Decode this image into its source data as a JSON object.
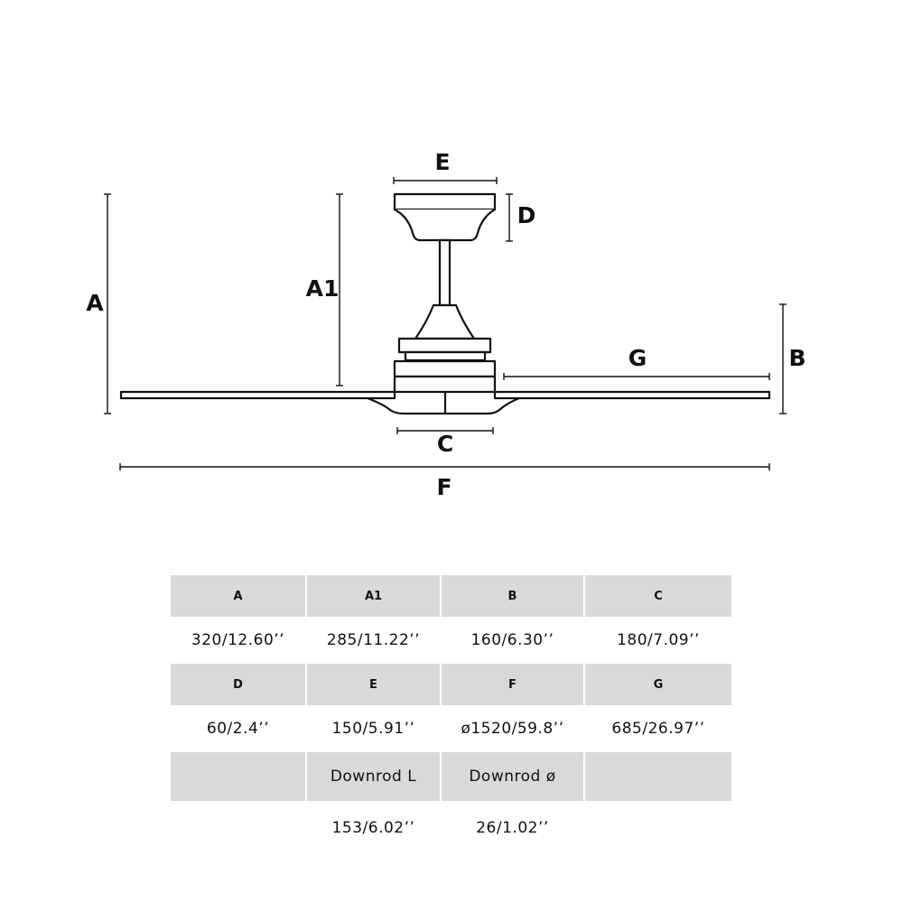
{
  "diagram": {
    "labels": {
      "A": "A",
      "A1": "A1",
      "B": "B",
      "C": "C",
      "D": "D",
      "E": "E",
      "F": "F",
      "G": "G"
    },
    "line_color": "#111111"
  },
  "table": {
    "header_bg": "#d9d9d9",
    "rows": [
      {
        "headers": [
          "A",
          "A1",
          "B",
          "C"
        ],
        "values": [
          "320/12.60’’",
          "285/11.22’’",
          "160/6.30’’",
          "180/7.09’’"
        ]
      },
      {
        "headers": [
          "D",
          "E",
          "F",
          "G"
        ],
        "values": [
          "60/2.4’’",
          "150/5.91’’",
          "ø1520/59.8’’",
          "685/26.97’’"
        ]
      },
      {
        "headers": [
          "",
          "Downrod L",
          "Downrod ø",
          ""
        ],
        "values": [
          "",
          "153/6.02’’",
          "26/1.02’’",
          ""
        ]
      }
    ]
  }
}
